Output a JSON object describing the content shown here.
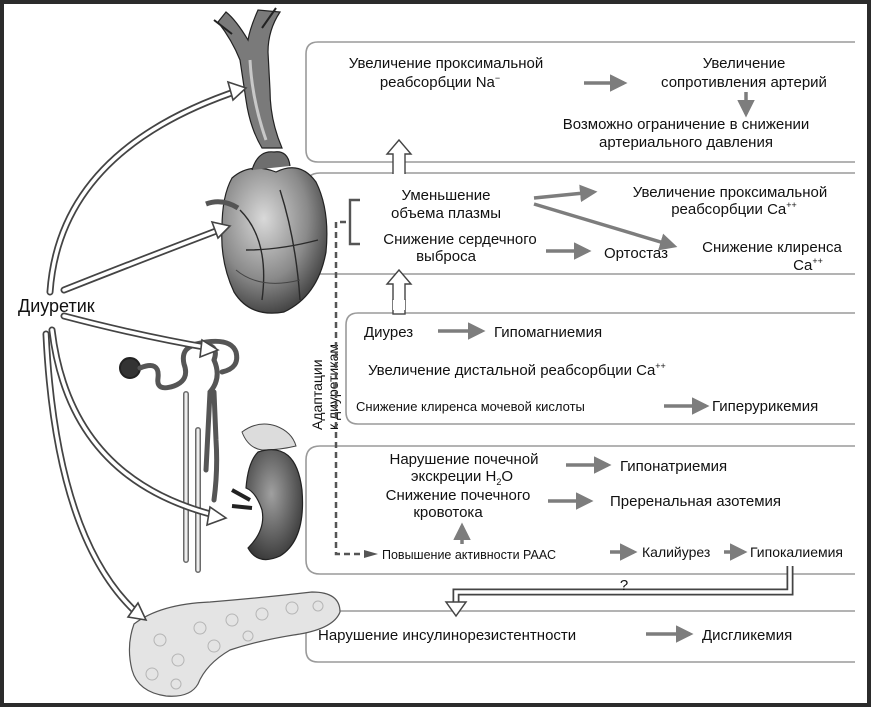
{
  "diuretic": "Диуретик",
  "adaptation_label": [
    "Адаптации",
    "к диуретикам"
  ],
  "box1": {
    "proximal_na": [
      "Увеличение проксимальной",
      "реабсорбции Na"
    ],
    "proximal_na_sup": "−",
    "arterial_resistance": [
      "Увеличение",
      "сопротивления артерий"
    ],
    "bp_limit": [
      "Возможно ограничение в снижении",
      "артериального давления"
    ]
  },
  "box2": {
    "plasma_volume": [
      "Уменьшение",
      "объема плазмы"
    ],
    "cardiac_output": [
      "Снижение сердечного",
      "выброса"
    ],
    "proximal_ca": [
      "Увеличение проксимальной",
      "реабсорбции Ca"
    ],
    "orthostasis": "Ортостаз",
    "ca_clearance": [
      "Снижение клиренса",
      "Ca"
    ],
    "ca_sup": "++"
  },
  "box3": {
    "diuresis": "Диурез",
    "hypomagnesemia": "Гипомагниемия",
    "distal_ca": "Увеличение дистальной реабсорбции Ca",
    "ca_sup": "++",
    "uric_acid": "Снижение клиренса мочевой кислоты",
    "hyperuricemia": "Гиперурикемия"
  },
  "box4": {
    "water_excretion": [
      "Нарушение почечной",
      "экскреции H"
    ],
    "water_sub": "2",
    "water_o": "O",
    "hyponatremia": "Гипонатриемия",
    "renal_flow": [
      "Снижение почечного",
      "кровотока"
    ],
    "azotemia": "Преренальная азотемия",
    "raas": "Повышение активности РААС",
    "kaliuresis": "Калийурез",
    "hypokalemia": "Гипокалиемия"
  },
  "question": "?",
  "box5": {
    "insulin": "Нарушение инсулинорезистентности",
    "dysglycemia": "Дисгликемия"
  },
  "colors": {
    "frame": "#2b2b2b",
    "box_border": "#9a9a9a",
    "arrow": "#7d7d7d",
    "text": "#111111"
  }
}
